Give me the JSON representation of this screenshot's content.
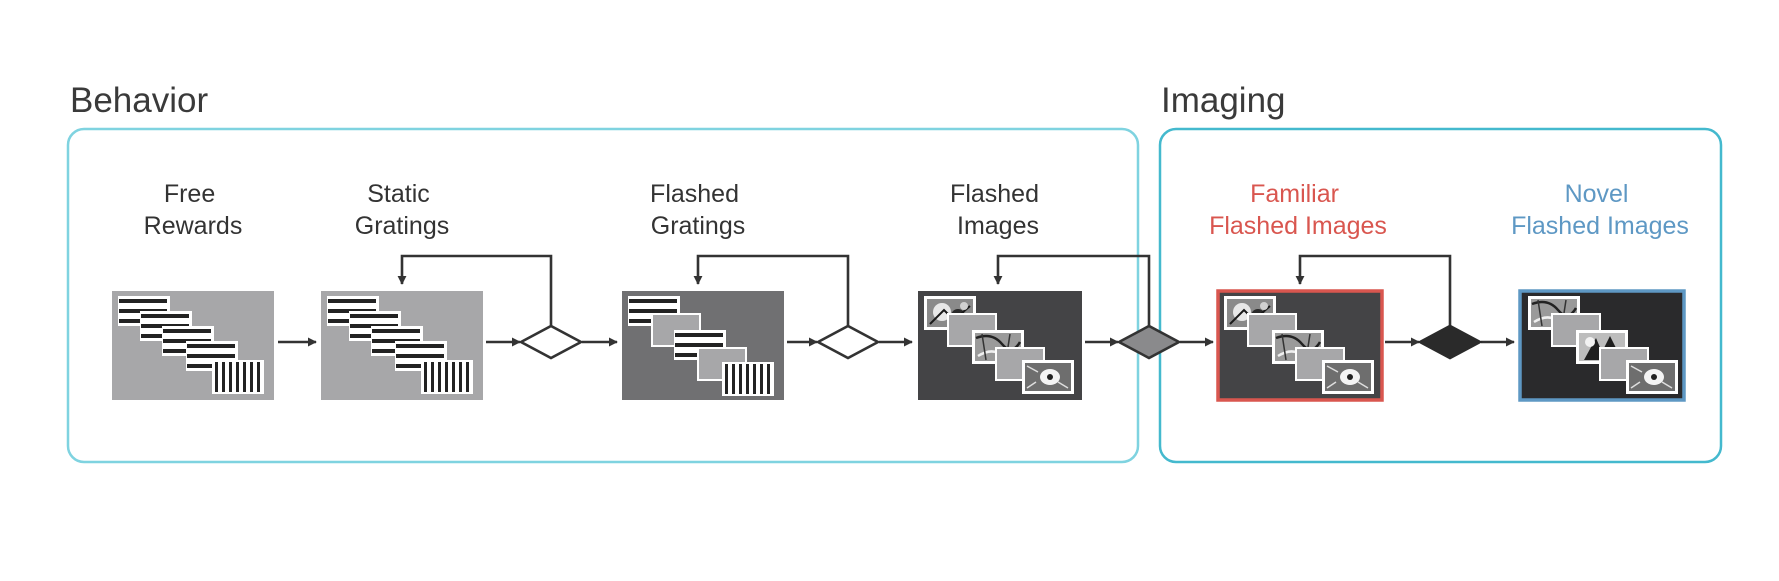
{
  "sections": {
    "behavior": {
      "title": "Behavior"
    },
    "imaging": {
      "title": "Imaging"
    }
  },
  "stages": [
    {
      "label_line1": "Free",
      "label_line2": "Rewards"
    },
    {
      "label_line1": "Static",
      "label_line2": "Gratings"
    },
    {
      "label_line1": "Flashed",
      "label_line2": "Gratings"
    },
    {
      "label_line1": "Flashed",
      "label_line2": "Images"
    },
    {
      "label_line1": "Familiar",
      "label_line2": "Flashed Images"
    },
    {
      "label_line1": "Novel",
      "label_line2": "Flashed Images"
    }
  ],
  "colors": {
    "frame": "#7fd3e0",
    "familiar": "#d9564f",
    "novel": "#5e98c4",
    "stage_light": "#a7a7a9",
    "stage_mid": "#707072",
    "stage_dark": "#444446",
    "line": "#333333"
  },
  "icons": [
    "horizontal-grating-icon",
    "vertical-grating-icon",
    "natural-image-icon",
    "decision-diamond-icon",
    "arrow-icon"
  ]
}
